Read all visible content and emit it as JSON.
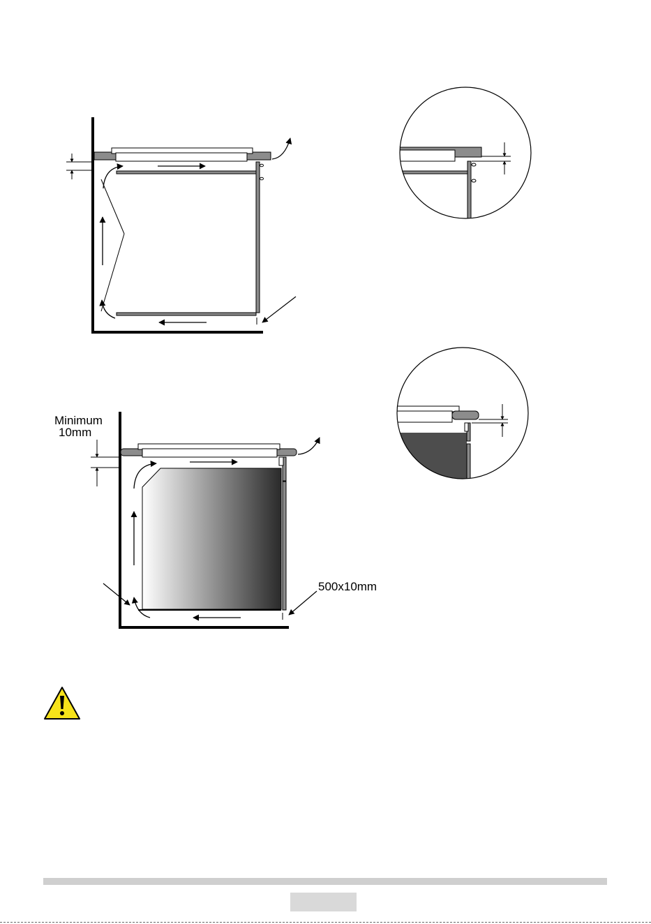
{
  "labels": {
    "minimum_line1": "Minimum",
    "minimum_line2": "10mm",
    "vent_size": "500x10mm"
  },
  "footer": {
    "page_number": ""
  },
  "colors": {
    "line": "#000000",
    "panel_gray": "#8c8c8c",
    "dark_fill": "#4d4d4d",
    "warning_yellow": "#f6e21a",
    "footer_gray": "#cfcfcf"
  },
  "icons": [
    "warning-icon"
  ]
}
